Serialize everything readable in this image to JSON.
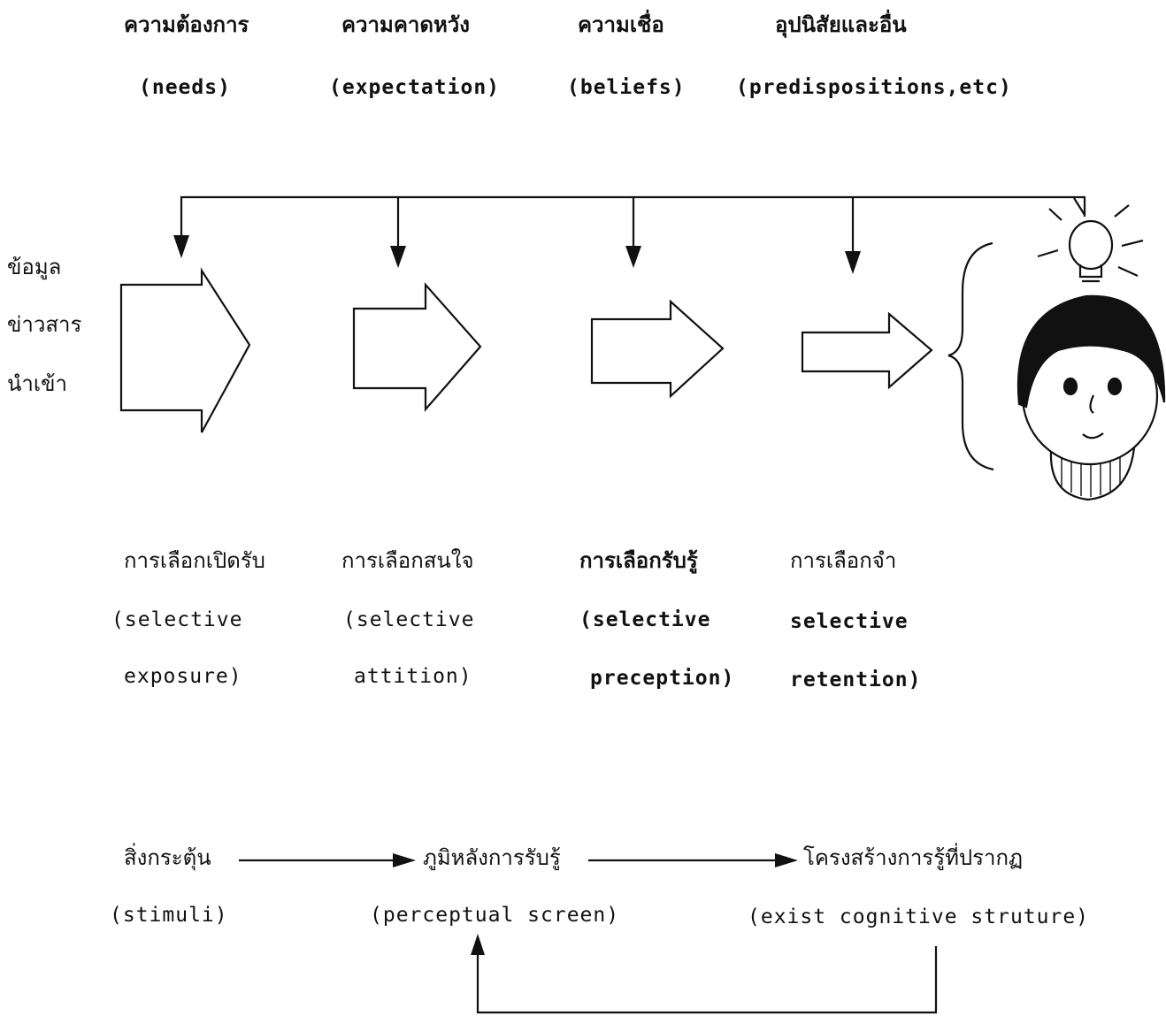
{
  "factors": [
    {
      "thai": "ความต้องการ",
      "english": "(needs)"
    },
    {
      "thai": "ความคาดหวัง",
      "english": "(expectation)"
    },
    {
      "thai": "ความเชื่อ",
      "english": "(beliefs)"
    },
    {
      "thai": "อุปนิสัยและอื่น",
      "english": "(predispositions,etc)"
    }
  ],
  "input_label": [
    "ข้อมูล",
    "ข่าวสาร",
    "นำเข้า"
  ],
  "stages": [
    {
      "thai": "การเลือกเปิดรับ",
      "english_1": "(selective",
      "english_2": "exposure)"
    },
    {
      "thai": "การเลือกสนใจ",
      "english_1": "(selective",
      "english_2": "attition)"
    },
    {
      "thai": "การเลือกรับรู้",
      "english_1": "(selective",
      "english_2": "preception)"
    },
    {
      "thai": "การเลือกจำ",
      "english_1": "selective",
      "english_2": "retention)"
    }
  ],
  "flow": [
    {
      "thai": "สิ่งกระตุ้น",
      "english": "(stimuli)"
    },
    {
      "thai": "ภูมิหลังการรับรู้",
      "english": "(perceptual screen)"
    },
    {
      "thai": "โครงสร้างการรู้ที่ปรากฏ",
      "english": "(exist cognitive struture)"
    }
  ],
  "icons": {
    "person": "person-head-icon",
    "idea": "lightbulb-icon"
  }
}
